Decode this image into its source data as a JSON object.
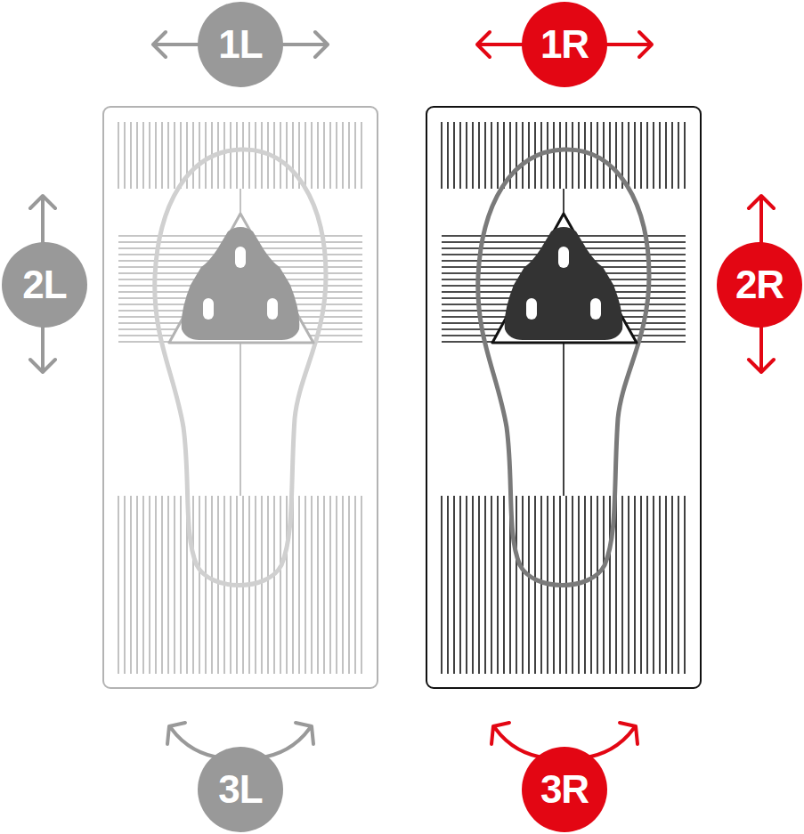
{
  "diagram": {
    "nodes": [
      {
        "text": [
          "1L"
        ]
      },
      {
        "text": [
          "1R"
        ]
      },
      {
        "text": [
          "2L"
        ]
      },
      {
        "text": [
          "2R"
        ]
      },
      {
        "text": [
          "3L"
        ]
      },
      {
        "text": [
          "3R"
        ]
      }
    ]
  }
}
